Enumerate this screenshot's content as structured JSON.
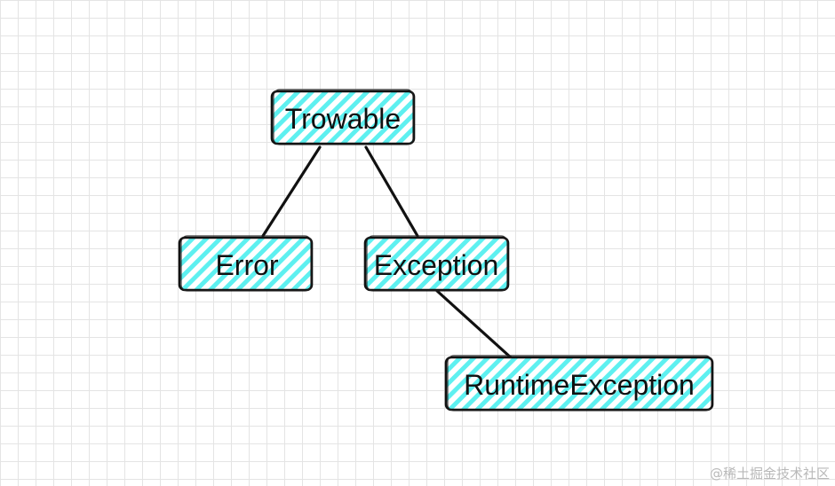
{
  "diagram": {
    "nodes": [
      {
        "id": "trowable",
        "label": "Trowable"
      },
      {
        "id": "error",
        "label": "Error"
      },
      {
        "id": "exception",
        "label": "Exception"
      },
      {
        "id": "runtime",
        "label": "RuntimeException"
      }
    ],
    "edges": [
      {
        "from": "trowable",
        "to": "error"
      },
      {
        "from": "trowable",
        "to": "exception"
      },
      {
        "from": "exception",
        "to": "runtime"
      }
    ],
    "fill_color": "#5ef0f0",
    "border_color": "#111111"
  },
  "watermark": "@稀土掘金技术社区"
}
